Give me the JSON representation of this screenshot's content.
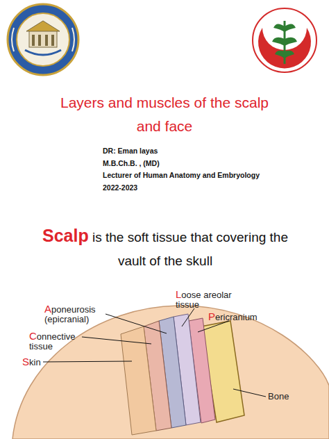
{
  "diagram": {
    "title": "Layers and muscles of the scalp and face",
    "labels": [
      "DR: Eman layas",
      "M.B.Ch.B. , (MD)",
      "Lecturer of Human Anatomy and Embryology",
      "2022-2023",
      "Scalp",
      "is the soft tissue that covering the vault of the skull",
      "Loose areolar tissue",
      "Aponeurosis (epicranial)",
      "Pericranium",
      "Connective tissue",
      "Skin",
      "Bone"
    ]
  }
}
